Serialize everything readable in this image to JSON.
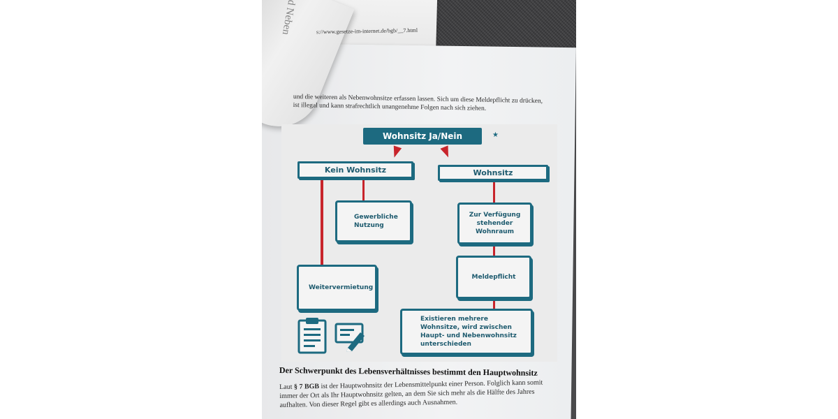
{
  "header": {
    "url_fragment": "s://www.gesetze-im-internet.de/bgb/__7.html",
    "curl_text": "und Neben"
  },
  "intro": {
    "line1": "und die weiteren als Nebenwohnsitze erfassen lassen. Sich um diese Meldepflicht zu drücken,",
    "line2": "ist illegal und kann strafrechtlich unangenehme Folgen nach sich ziehen."
  },
  "diagram": {
    "title": "Wohnsitz Ja/Nein",
    "left_head": "Kein Wohnsitz",
    "right_head": "Wohnsitz",
    "commercial_use": "Gewerbliche Nutzung",
    "available_housing": "Zur Verfügung stehender Wohnraum",
    "subletting": "Weitervermietung",
    "registration_duty": "Meldepflicht",
    "multiple_residences": "Existieren mehrere Wohnsitze, wird zwischen Haupt- und Nebenwohnsitz unterschieden"
  },
  "section": {
    "heading": "Der Schwerpunkt des Lebensverhältnisses bestimmt den Hauptwohnsitz",
    "body_prefix": "Laut ",
    "body_law": "§ 7 BGB",
    "body_line1_rest": " ist der Hauptwohnsitz der Lebensmittelpunkt einer Person. Folglich kann somit",
    "body_line2": "immer der Ort als Ihr Hauptwohnsitz gelten, an dem Sie sich mehr als die Hälfte des Jahres",
    "body_line3": "aufhalten. Von dieser Regel gibt es allerdings auch Ausnahmen."
  },
  "colors": {
    "teal": "#1d6a80",
    "red": "#c8242b"
  }
}
